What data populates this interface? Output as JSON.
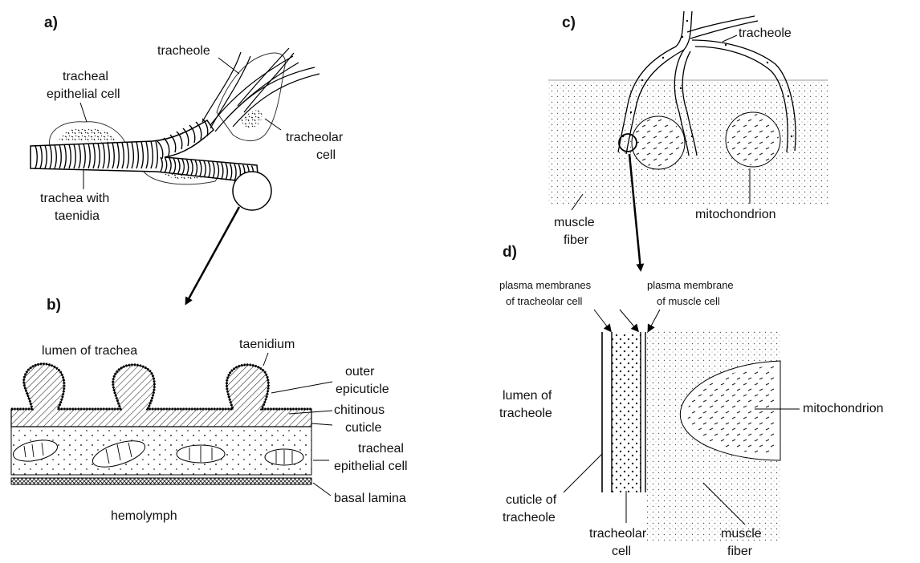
{
  "panels": {
    "a": {
      "letter": "a)",
      "tracheole": "tracheole",
      "epithelial_l1": "tracheal",
      "epithelial_l2": "epithelial cell",
      "tracheolar_l1": "tracheolar",
      "tracheolar_l2": "cell",
      "trachea_l1": "trachea with",
      "trachea_l2": "taenidia"
    },
    "b": {
      "letter": "b)",
      "lumen": "lumen of trachea",
      "taenidium": "taenidium",
      "outer_l1": "outer",
      "outer_l2": "epicuticle",
      "chitinous_l1": "chitinous",
      "chitinous_l2": "cuticle",
      "epithelial_l1": "tracheal",
      "epithelial_l2": "epithelial cell",
      "basal": "basal lamina",
      "hemolymph": "hemolymph"
    },
    "c": {
      "letter": "c)",
      "tracheole": "tracheole",
      "muscle_l1": "muscle",
      "muscle_l2": "fiber",
      "mitochondrion": "mitochondrion"
    },
    "d": {
      "letter": "d)",
      "pm_tracheolar_l1": "plasma membranes",
      "pm_tracheolar_l2": "of tracheolar cell",
      "pm_muscle_l1": "plasma membrane",
      "pm_muscle_l2": "of muscle cell",
      "lumen_l1": "lumen of",
      "lumen_l2": "tracheole",
      "mitochondrion": "mitochondrion",
      "cuticle_l1": "cuticle of",
      "cuticle_l2": "tracheole",
      "tracheolar_l1": "tracheolar",
      "tracheolar_l2": "cell",
      "muscle_l1": "muscle",
      "muscle_l2": "fiber"
    }
  }
}
